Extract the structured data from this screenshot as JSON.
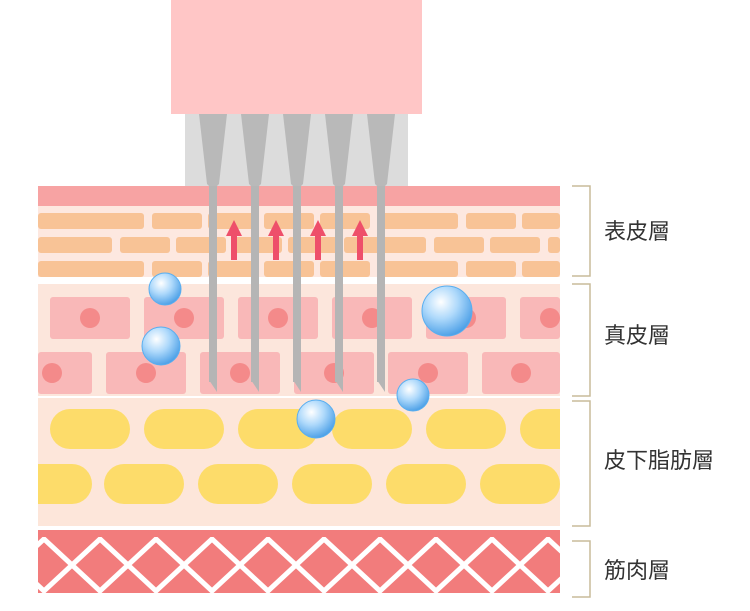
{
  "diagram": {
    "layers": [
      {
        "id": "epidermis",
        "label": "表皮層"
      },
      {
        "id": "dermis",
        "label": "真皮層"
      },
      {
        "id": "subcutaneous",
        "label": "皮下脂肪層"
      },
      {
        "id": "muscle",
        "label": "筋肉層"
      }
    ],
    "colors": {
      "device_head": "#ffc6c6",
      "needle_housing": "#dcdcdc",
      "needle": "#b5b5b5",
      "epidermis_top": "#f7a3a3",
      "epidermis_bg": "#fde8e0",
      "epidermis_cells": "#f8c396",
      "arrow": "#ee4f6a",
      "dermis_bg": "#fce6dc",
      "dermis_cells": "#f9b8b8",
      "dermis_nucleus": "#f48a8a",
      "fat_bg": "#fde6da",
      "fat_cells": "#fddc6a",
      "muscle": "#f27c7c",
      "droplet": "#58aef0",
      "bracket": "#c8bb9a"
    },
    "icons": [
      "microneedle-device-icon",
      "droplet-icon",
      "arrow-up-icon"
    ]
  }
}
